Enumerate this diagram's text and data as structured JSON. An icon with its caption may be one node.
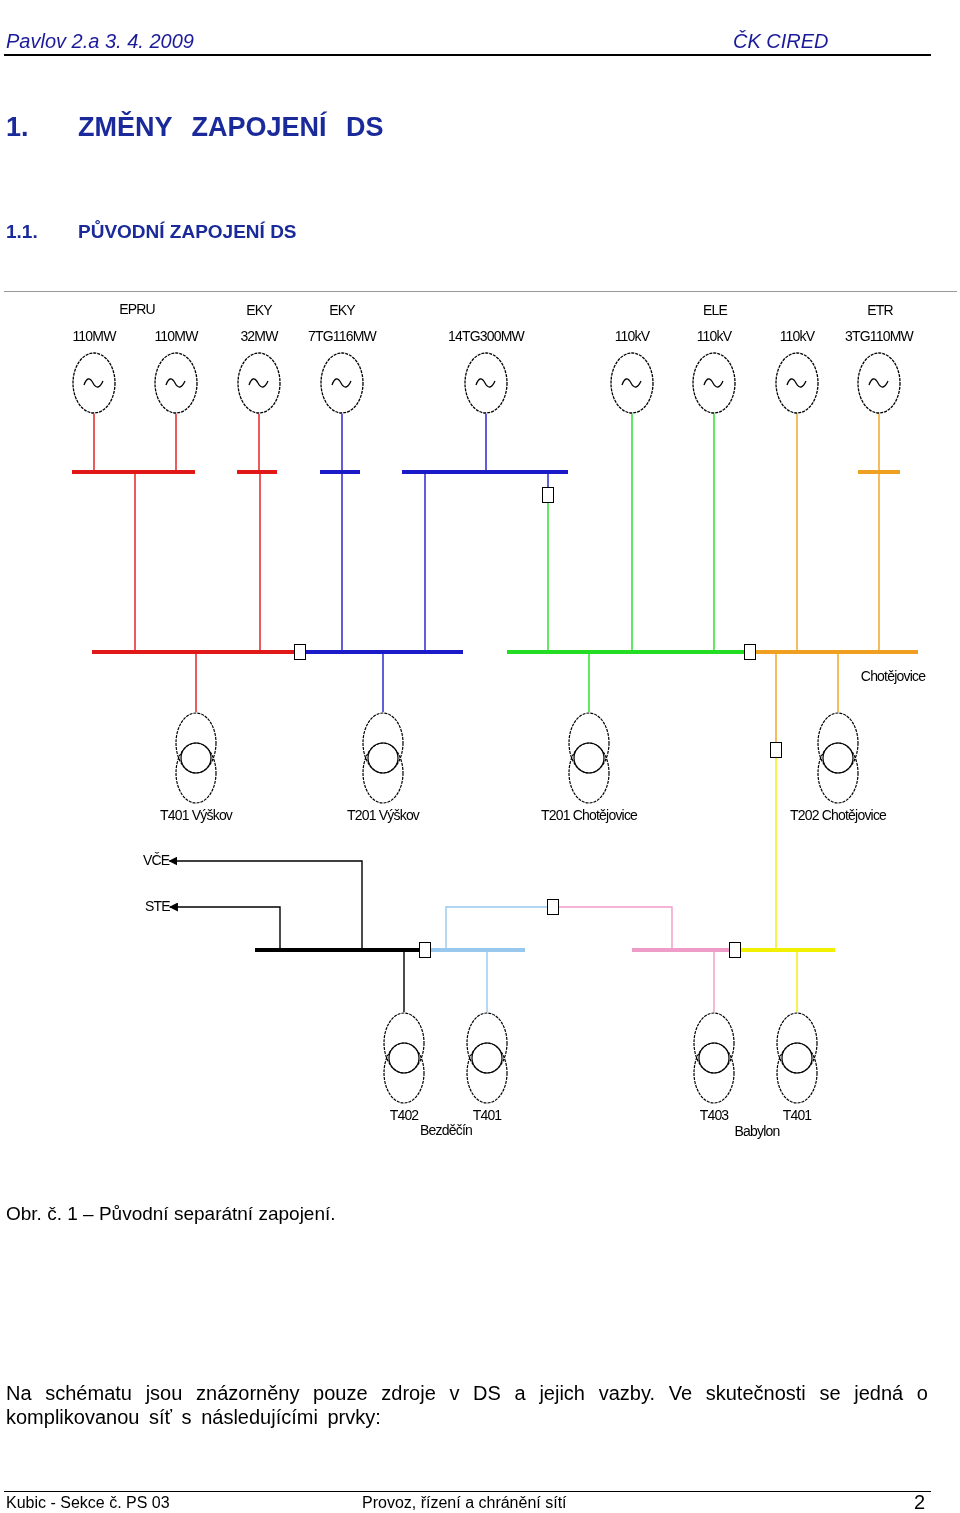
{
  "diagram": {
    "caption": "Obr. č. 1 – Původní separátní zapojení.",
    "nodes": [
      {
        "text": [
          "110MW"
        ]
      },
      {
        "text": [
          "110MW"
        ]
      },
      {
        "text": [
          "32MW"
        ]
      },
      {
        "text": [
          "7TG116MW"
        ]
      },
      {
        "text": [
          "14TG300MW"
        ]
      },
      {
        "text": [
          "110kV"
        ]
      },
      {
        "text": [
          "110kV"
        ]
      },
      {
        "text": [
          "110kV"
        ]
      },
      {
        "text": [
          "3TG110MW"
        ]
      },
      {
        "text": [],
        "shape": "bar"
      },
      {
        "text": [],
        "shape": "bar"
      },
      {
        "text": [],
        "shape": "bar"
      },
      {
        "text": [],
        "shape": "bar"
      },
      {
        "text": [],
        "shape": "bar"
      },
      {
        "text": [],
        "shape": "box"
      },
      {
        "text": [],
        "shape": "bar"
      },
      {
        "text": [],
        "shape": "box"
      },
      {
        "text": [],
        "shape": "bar"
      },
      {
        "text": [],
        "shape": "bar"
      },
      {
        "text": [],
        "shape": "box"
      },
      {
        "text": [],
        "shape": "bar",
        "beside": [
          "Chotějovice"
        ]
      },
      {
        "text": [
          "T401 Výškov"
        ]
      },
      {
        "text": [
          "T201 Výškov"
        ]
      },
      {
        "text": [
          "T201 Chotějovice"
        ]
      },
      {
        "text": [],
        "shape": "box"
      },
      {
        "text": [
          "T202 Chotějovice"
        ]
      },
      {
        "text": [
          "VČE"
        ]
      },
      {
        "text": [
          "STE"
        ]
      },
      {
        "text": [],
        "shape": "box"
      },
      {
        "text": [],
        "shape": "bar"
      },
      {
        "text": [],
        "shape": "box"
      },
      {
        "text": [],
        "shape": "bar"
      },
      {
        "text": [],
        "shape": "bar"
      },
      {
        "text": [],
        "shape": "box"
      },
      {
        "text": [],
        "shape": "bar"
      },
      {
        "text": [
          "T402"
        ]
      },
      {
        "text": [
          "T401"
        ]
      },
      {
        "text": [
          "T403"
        ]
      },
      {
        "text": [
          "T401"
        ]
      }
    ],
    "edges": [
      {
        "from": 0,
        "to": 9,
        "arrow": "none",
        "color": "#e01818"
      },
      {
        "from": 1,
        "to": 9,
        "arrow": "none",
        "color": "#e01818"
      },
      {
        "from": 2,
        "to": 10,
        "arrow": "none",
        "color": "#e01818"
      },
      {
        "from": 3,
        "to": 11,
        "arrow": "none",
        "color": "#1a1ac8"
      },
      {
        "from": 4,
        "to": 12,
        "arrow": "none",
        "color": "#1a1ac8"
      },
      {
        "from": 5,
        "to": 18,
        "arrow": "none",
        "color": "#22dd22"
      },
      {
        "from": 6,
        "to": 18,
        "arrow": "none",
        "color": "#22dd22"
      },
      {
        "from": 7,
        "to": 20,
        "arrow": "none",
        "color": "#f0a020"
      },
      {
        "from": 8,
        "to": 13,
        "arrow": "none",
        "color": "#f0a020"
      },
      {
        "from": 9,
        "to": 15,
        "arrow": "none",
        "color": "#e01818"
      },
      {
        "from": 10,
        "to": 15,
        "arrow": "none",
        "color": "#e01818"
      },
      {
        "from": 11,
        "to": 17,
        "arrow": "none",
        "color": "#1a1ac8"
      },
      {
        "from": 12,
        "to": 17,
        "arrow": "none",
        "color": "#1a1ac8"
      },
      {
        "from": 12,
        "to": 14,
        "arrow": "none",
        "color": "#1a1ac8"
      },
      {
        "from": 14,
        "to": 18,
        "arrow": "none",
        "color": "#22dd22"
      },
      {
        "from": 13,
        "to": 20,
        "arrow": "none",
        "color": "#f0a020"
      },
      {
        "from": 15,
        "to": 16,
        "arrow": "none",
        "style": "thick",
        "color": "#e01818"
      },
      {
        "from": 16,
        "to": 17,
        "arrow": "none",
        "style": "thick",
        "color": "#1a1ac8"
      },
      {
        "from": 18,
        "to": 19,
        "arrow": "none",
        "style": "thick",
        "color": "#22dd22"
      },
      {
        "from": 19,
        "to": 20,
        "arrow": "none",
        "style": "thick",
        "color": "#f0a020"
      },
      {
        "from": 15,
        "to": 21,
        "arrow": "none",
        "color": "#e01818"
      },
      {
        "from": 17,
        "to": 22,
        "arrow": "none",
        "color": "#1a1ac8"
      },
      {
        "from": 18,
        "to": 23,
        "arrow": "none",
        "color": "#22dd22"
      },
      {
        "from": 20,
        "to": 24,
        "arrow": "none",
        "color": "#f0a020"
      },
      {
        "from": 20,
        "to": 25,
        "arrow": "none",
        "color": "#f0a020"
      },
      {
        "from": 24,
        "to": 34,
        "arrow": "none",
        "color": "#f0f000"
      },
      {
        "from": 29,
        "to": 26,
        "arrow": "to",
        "color": "#000000"
      },
      {
        "from": 29,
        "to": 27,
        "arrow": "to",
        "color": "#000000"
      },
      {
        "from": 31,
        "to": 28,
        "arrow": "none",
        "color": "#99c8ee"
      },
      {
        "from": 28,
        "to": 32,
        "arrow": "none",
        "color": "#f09cc8"
      },
      {
        "from": 29,
        "to": 30,
        "arrow": "none",
        "style": "thick",
        "color": "#000000"
      },
      {
        "from": 30,
        "to": 31,
        "arrow": "none",
        "style": "thick",
        "color": "#99c8ee"
      },
      {
        "from": 32,
        "to": 33,
        "arrow": "none",
        "style": "thick",
        "color": "#f09cc8"
      },
      {
        "from": 33,
        "to": 34,
        "arrow": "none",
        "style": "thick",
        "color": "#f0f000"
      },
      {
        "from": 29,
        "to": 35,
        "arrow": "none",
        "color": "#000000"
      },
      {
        "from": 31,
        "to": 36,
        "arrow": "none",
        "color": "#99c8ee"
      },
      {
        "from": 32,
        "to": 37,
        "arrow": "none",
        "color": "#f09cc8"
      },
      {
        "from": 34,
        "to": 38,
        "arrow": "none",
        "color": "#f0f000"
      }
    ],
    "labels": [
      "Pavlov 2.a 3. 4. 2009",
      "ČK CIRED",
      "1.",
      "ZMĚNY ZAPOJENÍ DS",
      "1.1.",
      "PŮVODNÍ ZAPOJENÍ DS",
      "EPRU",
      "EKY",
      "EKY",
      "ELE",
      "ETR",
      "Bezděčín",
      "Babylon",
      "Na schématu jsou znázorněny pouze zdroje v DS a jejich vazby. Ve skutečnosti se jedná o komplikovanou síť s následujícími prvky:",
      "Kubic - Sekce č. PS 03",
      "Provoz, řízení a chránění sítí",
      "2"
    ]
  }
}
